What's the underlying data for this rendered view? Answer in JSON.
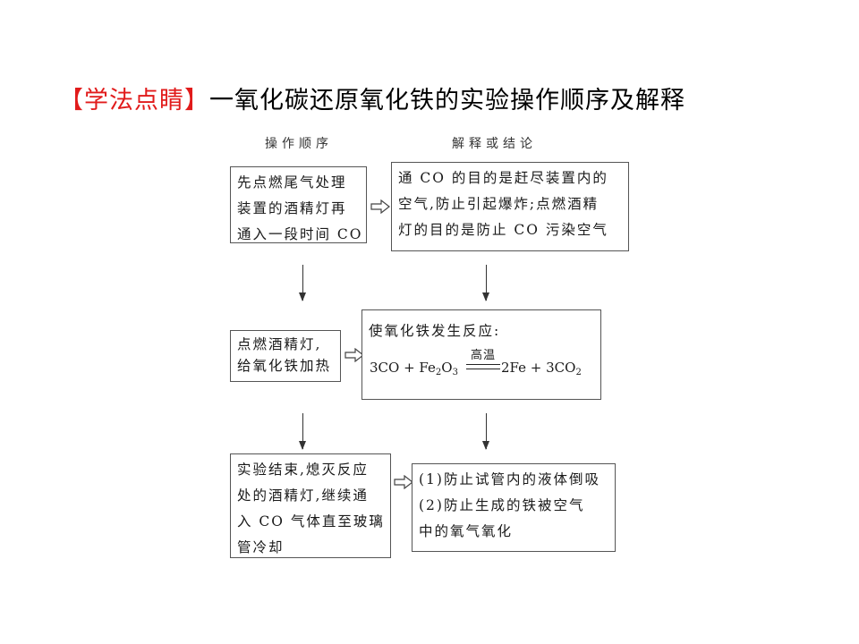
{
  "title": {
    "tag": "【学法点睛】",
    "text": "一氧化碳还原氧化铁的实验操作顺序及解释"
  },
  "headers": {
    "left": "操作顺序",
    "right": "解释或结论"
  },
  "steps": [
    {
      "operation": [
        "先点燃尾气处理",
        "装置的酒精灯再",
        "通入一段时间 CO"
      ],
      "explanation": [
        "通 CO 的目的是赶尽装置内的",
        "空气,防止引起爆炸;点燃酒精",
        "灯的目的是防止 CO 污染空气"
      ]
    },
    {
      "operation": [
        "点燃酒精灯,",
        "给氧化铁加热"
      ],
      "explanation_line": "使氧化铁发生反应:",
      "equation": {
        "left": "3CO + Fe",
        "left_sub1": "2",
        "left_mid": "O",
        "left_sub2": "3",
        "condition": "高温",
        "right": "2Fe + 3CO",
        "right_sub": "2"
      }
    },
    {
      "operation": [
        "实验结束,熄灭反应",
        "处的酒精灯,继续通",
        "入 CO 气体直至玻璃",
        "管冷却"
      ],
      "explanation": [
        "(1)防止试管内的液体倒吸",
        "(2)防止生成的铁被空气",
        "中的氧气氧化"
      ]
    }
  ],
  "colors": {
    "tag": "#e11b1b",
    "border": "#555555"
  }
}
